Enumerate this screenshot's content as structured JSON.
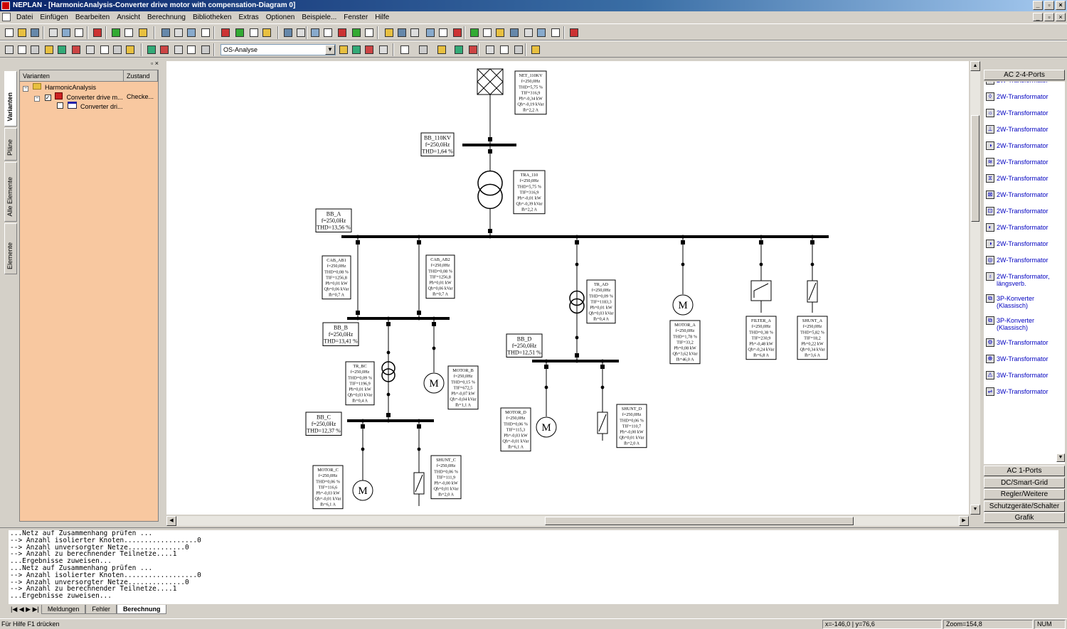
{
  "window": {
    "title": "NEPLAN - [HarmonicAnalysis-Converter drive motor with compensation-Diagram 0]"
  },
  "menu": [
    "Datei",
    "Einfügen",
    "Bearbeiten",
    "Ansicht",
    "Berechnung",
    "Bibliotheken",
    "Extras",
    "Optionen",
    "Beispiele...",
    "Fenster",
    "Hilfe"
  ],
  "toolbar": {
    "mode": "OS-Analyse"
  },
  "left_tabs": [
    "Varianten",
    "Pläne",
    "Alle Elemente",
    "Elemente"
  ],
  "variants": {
    "col_variants": "Varianten",
    "col_state": "Zustand",
    "rows": [
      {
        "label": "HarmonicAnalysis",
        "state": ""
      },
      {
        "label": "Converter drive m...",
        "state": "Checke..."
      },
      {
        "label": "Converter dri...",
        "state": ""
      }
    ]
  },
  "diagram": {
    "nodes": {
      "net": {
        "name": "NET_110KV",
        "lines": [
          "f=250,0Hz",
          "THD=5,75 %",
          "TIF=316,9",
          "Ph=-0,34 kW",
          "Qh=-0,19 kVar",
          "Ih=2,2 A"
        ]
      },
      "bb110": {
        "name": "BB_110KV",
        "lines": [
          "f=250,0Hz",
          "THD=1,64 %"
        ]
      },
      "tra110": {
        "name": "TRA_110",
        "lines": [
          "f=250,0Hz",
          "THD=5,75 %",
          "TIF=316,9",
          "Ph=-0,01 kW",
          "Qh=-0,39 kVar",
          "Ih=2,2 A"
        ]
      },
      "bba": {
        "name": "BB_A",
        "lines": [
          "f=250,0Hz",
          "THD=13,56 %"
        ]
      },
      "cab1": {
        "name": "CAB_AB1",
        "lines": [
          "f=250,0Hz",
          "THD=0,08 %",
          "TIF=1256,8",
          "Ph=0,01 kW",
          "Qh=0,06 kVar",
          "Ih=0,7 A"
        ]
      },
      "cab2": {
        "name": "CAB_AB2",
        "lines": [
          "f=250,0Hz",
          "THD=0,08 %",
          "TIF=1256,8",
          "Ph=0,01 kW",
          "Qh=0,06 kVar",
          "Ih=0,7 A"
        ]
      },
      "trad": {
        "name": "TR_AD",
        "lines": [
          "f=250,0Hz",
          "THD=0,09 %",
          "TIF=1183,3",
          "Ph=0,01 kW",
          "Qh=0,03 kVar",
          "Ih=0,4 A"
        ]
      },
      "motora": {
        "name": "MOTOR_A",
        "lines": [
          "f=250,0Hz",
          "THD=1,78 %",
          "TIF=33,2",
          "Ph=0,08 kW",
          "Qh=3,62 kVar",
          "Ih=46,0 A"
        ]
      },
      "filtera": {
        "name": "FILTER_A",
        "lines": [
          "f=250,0Hz",
          "THD=0,38 %",
          "TIF=230,9",
          "Ph=-0,48 kW",
          "Qh=-0,24 kVar",
          "Ih=6,8 A"
        ]
      },
      "shunta": {
        "name": "SHUNT_A",
        "lines": [
          "f=250,0Hz",
          "THD=5,82 %",
          "TIF=18,2",
          "Ph=0,22 kW",
          "Qh=0,34 kVar",
          "Ih=3,6 A"
        ]
      },
      "bbb": {
        "name": "BB_B",
        "lines": [
          "f=250,0Hz",
          "THD=13,41 %"
        ]
      },
      "trbc": {
        "name": "TR_BC",
        "lines": [
          "f=250,0Hz",
          "THD=0,09 %",
          "TIF=1196,9",
          "Ph=0,01 kW",
          "Qh=0,03 kVar",
          "Ih=0,4 A"
        ]
      },
      "motorb": {
        "name": "MOTOR_B",
        "lines": [
          "f=250,0Hz",
          "THD=0,15 %",
          "TIF=672,5",
          "Ph=-0,07 kW",
          "Qh=-0,04 kVar",
          "Ih=1,1 A"
        ]
      },
      "bbd": {
        "name": "BB_D",
        "lines": [
          "f=250,0Hz",
          "THD=12,51 %"
        ]
      },
      "motord": {
        "name": "MOTOR_D",
        "lines": [
          "f=250,0Hz",
          "THD=0,06 %",
          "TIF=115,3",
          "Ph=-0,03 kW",
          "Qh=-0,01 kVar",
          "Ih=6,1 A"
        ]
      },
      "shuntd": {
        "name": "SHUNT_D",
        "lines": [
          "f=250,0Hz",
          "THD=0,06 %",
          "TIF=110,7",
          "Ph=-0,00 kW",
          "Qh=0,01 kVar",
          "Ih=2,0 A"
        ]
      },
      "bbc": {
        "name": "BB_C",
        "lines": [
          "f=250,0Hz",
          "THD=12,37 %"
        ]
      },
      "motorc": {
        "name": "MOTOR_C",
        "lines": [
          "f=250,0Hz",
          "THD=0,06 %",
          "TIF=116,6",
          "Ph=-0,03 kW",
          "Qh=-0,01 kVar",
          "Ih=6,1 A"
        ]
      },
      "shuntc": {
        "name": "SHUNT_C",
        "lines": [
          "f=250,0Hz",
          "THD=0,06 %",
          "TIF=111,9",
          "Ph=-0,00 kW",
          "Qh=0,01 kVar",
          "Ih=2,0 A"
        ]
      }
    },
    "motor_symbol": "M"
  },
  "library": {
    "open_group": "AC 2-4-Ports",
    "items": [
      "2W-Transformator",
      "2W-Transformator",
      "2W-Transformator",
      "2W-Transformator",
      "2W-Transformator",
      "2W-Transformator",
      "2W-Transformator",
      "2W-Transformator",
      "2W-Transformator",
      "2W-Transformator",
      "2W-Transformator",
      "2W-Transformator",
      "2W-Transformator",
      "2W-Transformator",
      "2W-Transformator",
      "2W-Transformator, längsverb.",
      "3P-Konverter (Klassisch)",
      "3P-Konverter (Klassisch)",
      "3W-Transformator",
      "3W-Transformator",
      "3W-Transformator",
      "3W-Transformator"
    ],
    "groups": [
      "AC 1-Ports",
      "DC/Smart-Grid",
      "Regler/Weitere",
      "Schutzgeräte/Schalter",
      "Grafik"
    ]
  },
  "messages": {
    "lines": [
      "...Netz auf Zusammenhang prüfen ...",
      "--> Anzahl isolierter Knoten..................0",
      "--> Anzahl unversorgter Netze..............0",
      "--> Anzahl zu berechnender Teilnetze....1",
      "...Ergebnisse zuweisen...",
      "...Netz auf Zusammenhang prüfen ...",
      "--> Anzahl isolierter Knoten..................0",
      "--> Anzahl unversorgter Netze..............0",
      "--> Anzahl zu berechnender Teilnetze....1",
      "...Ergebnisse zuweisen..."
    ],
    "tabs": [
      "Meldungen",
      "Fehler",
      "Berechnung"
    ]
  },
  "status": {
    "hint": "Für Hilfe F1 drücken",
    "coords": "x=-146,0 | y=76,6",
    "zoom": "Zoom=154,8",
    "num": "NUM"
  }
}
